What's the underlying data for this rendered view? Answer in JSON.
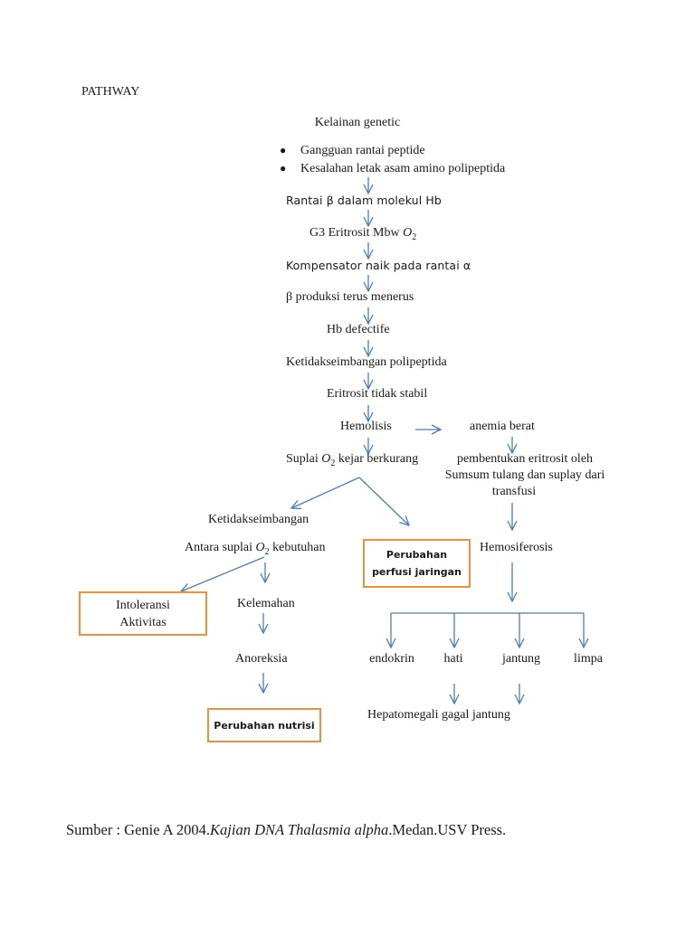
{
  "title": "PATHWAY",
  "root": "Kelainan genetic",
  "bullets": [
    "Gangguan rantai peptide",
    "Kesalahan letak asam amino polipeptida"
  ],
  "chain": {
    "rantai": "Rantai β dalam molekul Hb",
    "g3_prefix": "G3 Eritrosit Mbw ",
    "o2": "O",
    "o2_sub": "2",
    "kompensator": "Kompensator naik pada rantai α",
    "produksi": "β produksi terus menerus",
    "hb": "Hb defectife",
    "ketidak": "Ketidakseimbangan polipeptida",
    "eritrosit": "Eritrosit tidak stabil",
    "hemolisis": "Hemolisis",
    "suplai_prefix": "Suplai ",
    "suplai_suffix": " kejar berkurang"
  },
  "right": {
    "anemia": "anemia berat",
    "pembentukan_1": "pembentukan eritrosit oleh",
    "pembentukan_2": "Sumsum tulang dan suplay dari",
    "pembentukan_3": "transfusi",
    "hemosiferosis": "Hemosiferosis",
    "organs": [
      "endokrin",
      "hati",
      "jantung",
      "limpa"
    ],
    "hepato": "Hepatomegali gagal jantung"
  },
  "left": {
    "ketidakseimbangan": "Ketidakseimbangan",
    "antara_prefix": "Antara suplai ",
    "antara_suffix": " kebutuhan",
    "kelemahan": "Kelemahan",
    "anoreksia": "Anoreksia"
  },
  "boxes": {
    "intoleransi_1": "Intoleransi",
    "intoleransi_2": "Aktivitas",
    "perfusi_1": "Perubahan",
    "perfusi_2": "perfusi jaringan",
    "nutrisi": "Perubahan nutrisi"
  },
  "source": {
    "prefix": "Sumber : Genie A 2004.",
    "italic": "Kajian DNA Thalasmia alpha",
    "suffix": ".Medan.USV Press."
  },
  "colors": {
    "arrow": "#4a7ebb",
    "box_border": "#f0913a"
  }
}
